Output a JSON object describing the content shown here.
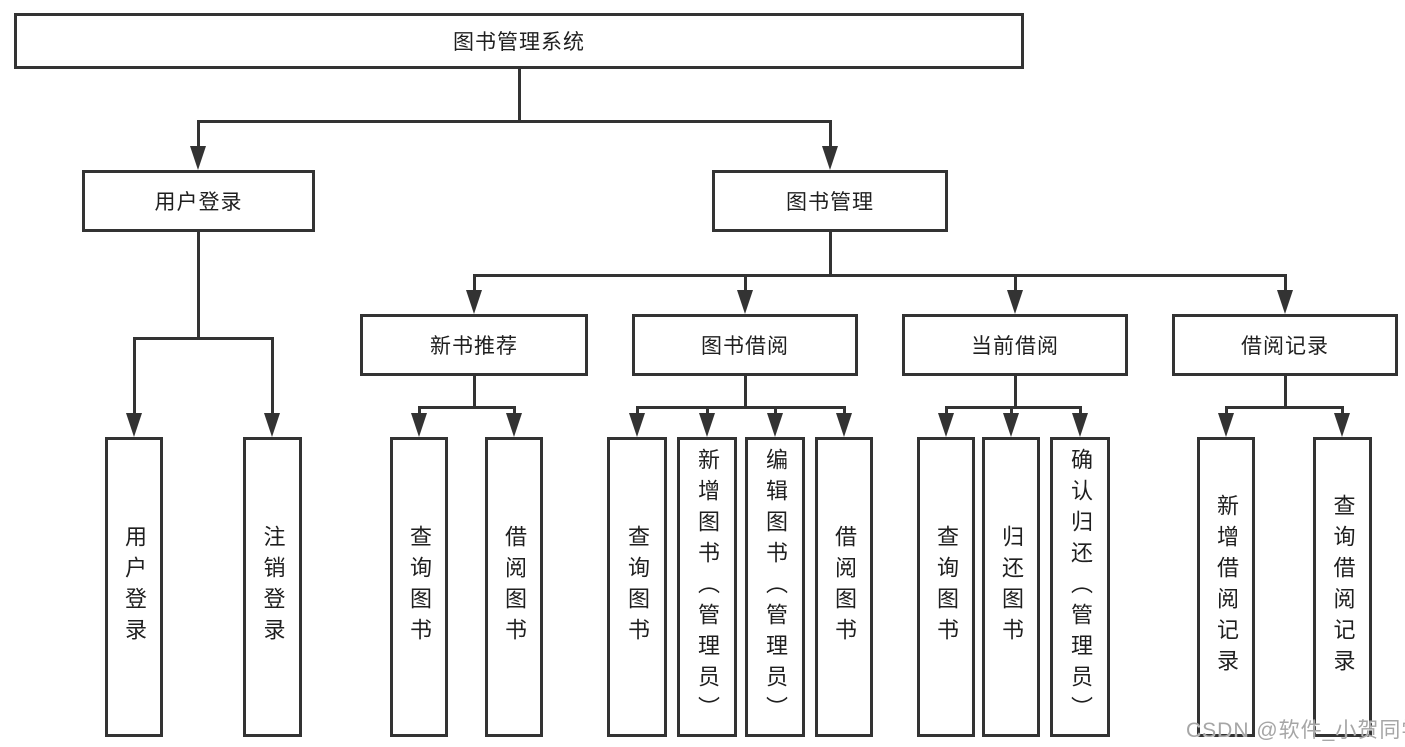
{
  "diagram": {
    "root": {
      "label": "图书管理系统"
    },
    "branches": [
      {
        "label": "用户登录",
        "children": [
          {
            "label": "用户登录"
          },
          {
            "label": "注销登录"
          }
        ]
      },
      {
        "label": "图书管理",
        "children": [
          {
            "label": "新书推荐",
            "children": [
              {
                "label": "查询图书"
              },
              {
                "label": "借阅图书"
              }
            ]
          },
          {
            "label": "图书借阅",
            "children": [
              {
                "label": "查询图书"
              },
              {
                "label": "新增图书（管理员）"
              },
              {
                "label": "编辑图书（管理员）"
              },
              {
                "label": "借阅图书"
              }
            ]
          },
          {
            "label": "当前借阅",
            "children": [
              {
                "label": "查询图书"
              },
              {
                "label": "归还图书"
              },
              {
                "label": "确认归还（管理员）"
              }
            ]
          },
          {
            "label": "借阅记录",
            "children": [
              {
                "label": "新增借阅记录"
              },
              {
                "label": "查询借阅记录"
              }
            ]
          }
        ]
      }
    ]
  },
  "watermark": {
    "text": "CSDN @软件_小贺同学"
  },
  "colors": {
    "line": "#333333",
    "text": "#1f1f1f",
    "watermark": "#a6a6a6",
    "background": "#ffffff"
  }
}
